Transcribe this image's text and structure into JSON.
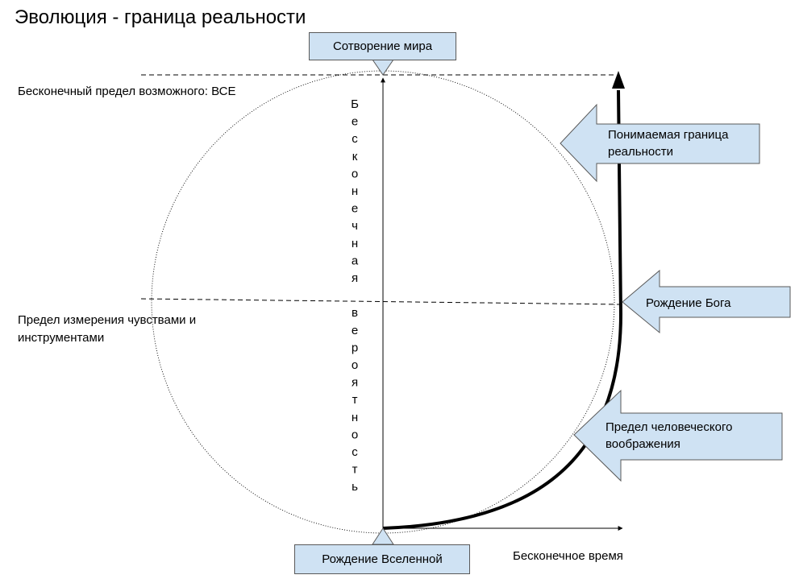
{
  "title": "Эволюция - граница реальности",
  "top_box": "Сотворение мира",
  "bottom_box": "Рождение Вселенной",
  "x_axis_label": "Бесконечное время",
  "left_labels": {
    "top": "Бесконечный предел возможного: ВСЕ",
    "middle_line1": "Предел измерения чувствами и",
    "middle_line2": "инструментами"
  },
  "vertical_label": [
    "Б",
    "е",
    "с",
    "к",
    "о",
    "н",
    "е",
    "ч",
    "н",
    "а",
    "я",
    "",
    "в",
    "е",
    "р",
    "о",
    "я",
    "т",
    "н",
    "о",
    "с",
    "т",
    "ь"
  ],
  "callouts": {
    "reality": {
      "line1": "Понимаемая граница",
      "line2": "реальности"
    },
    "god": {
      "text": "Рождение Бога"
    },
    "imagination": {
      "line1": "Предел человеческого",
      "line2": "воображения"
    }
  },
  "colors": {
    "box_fill": "#cfe2f3",
    "box_stroke": "#595959",
    "line": "#000000"
  }
}
